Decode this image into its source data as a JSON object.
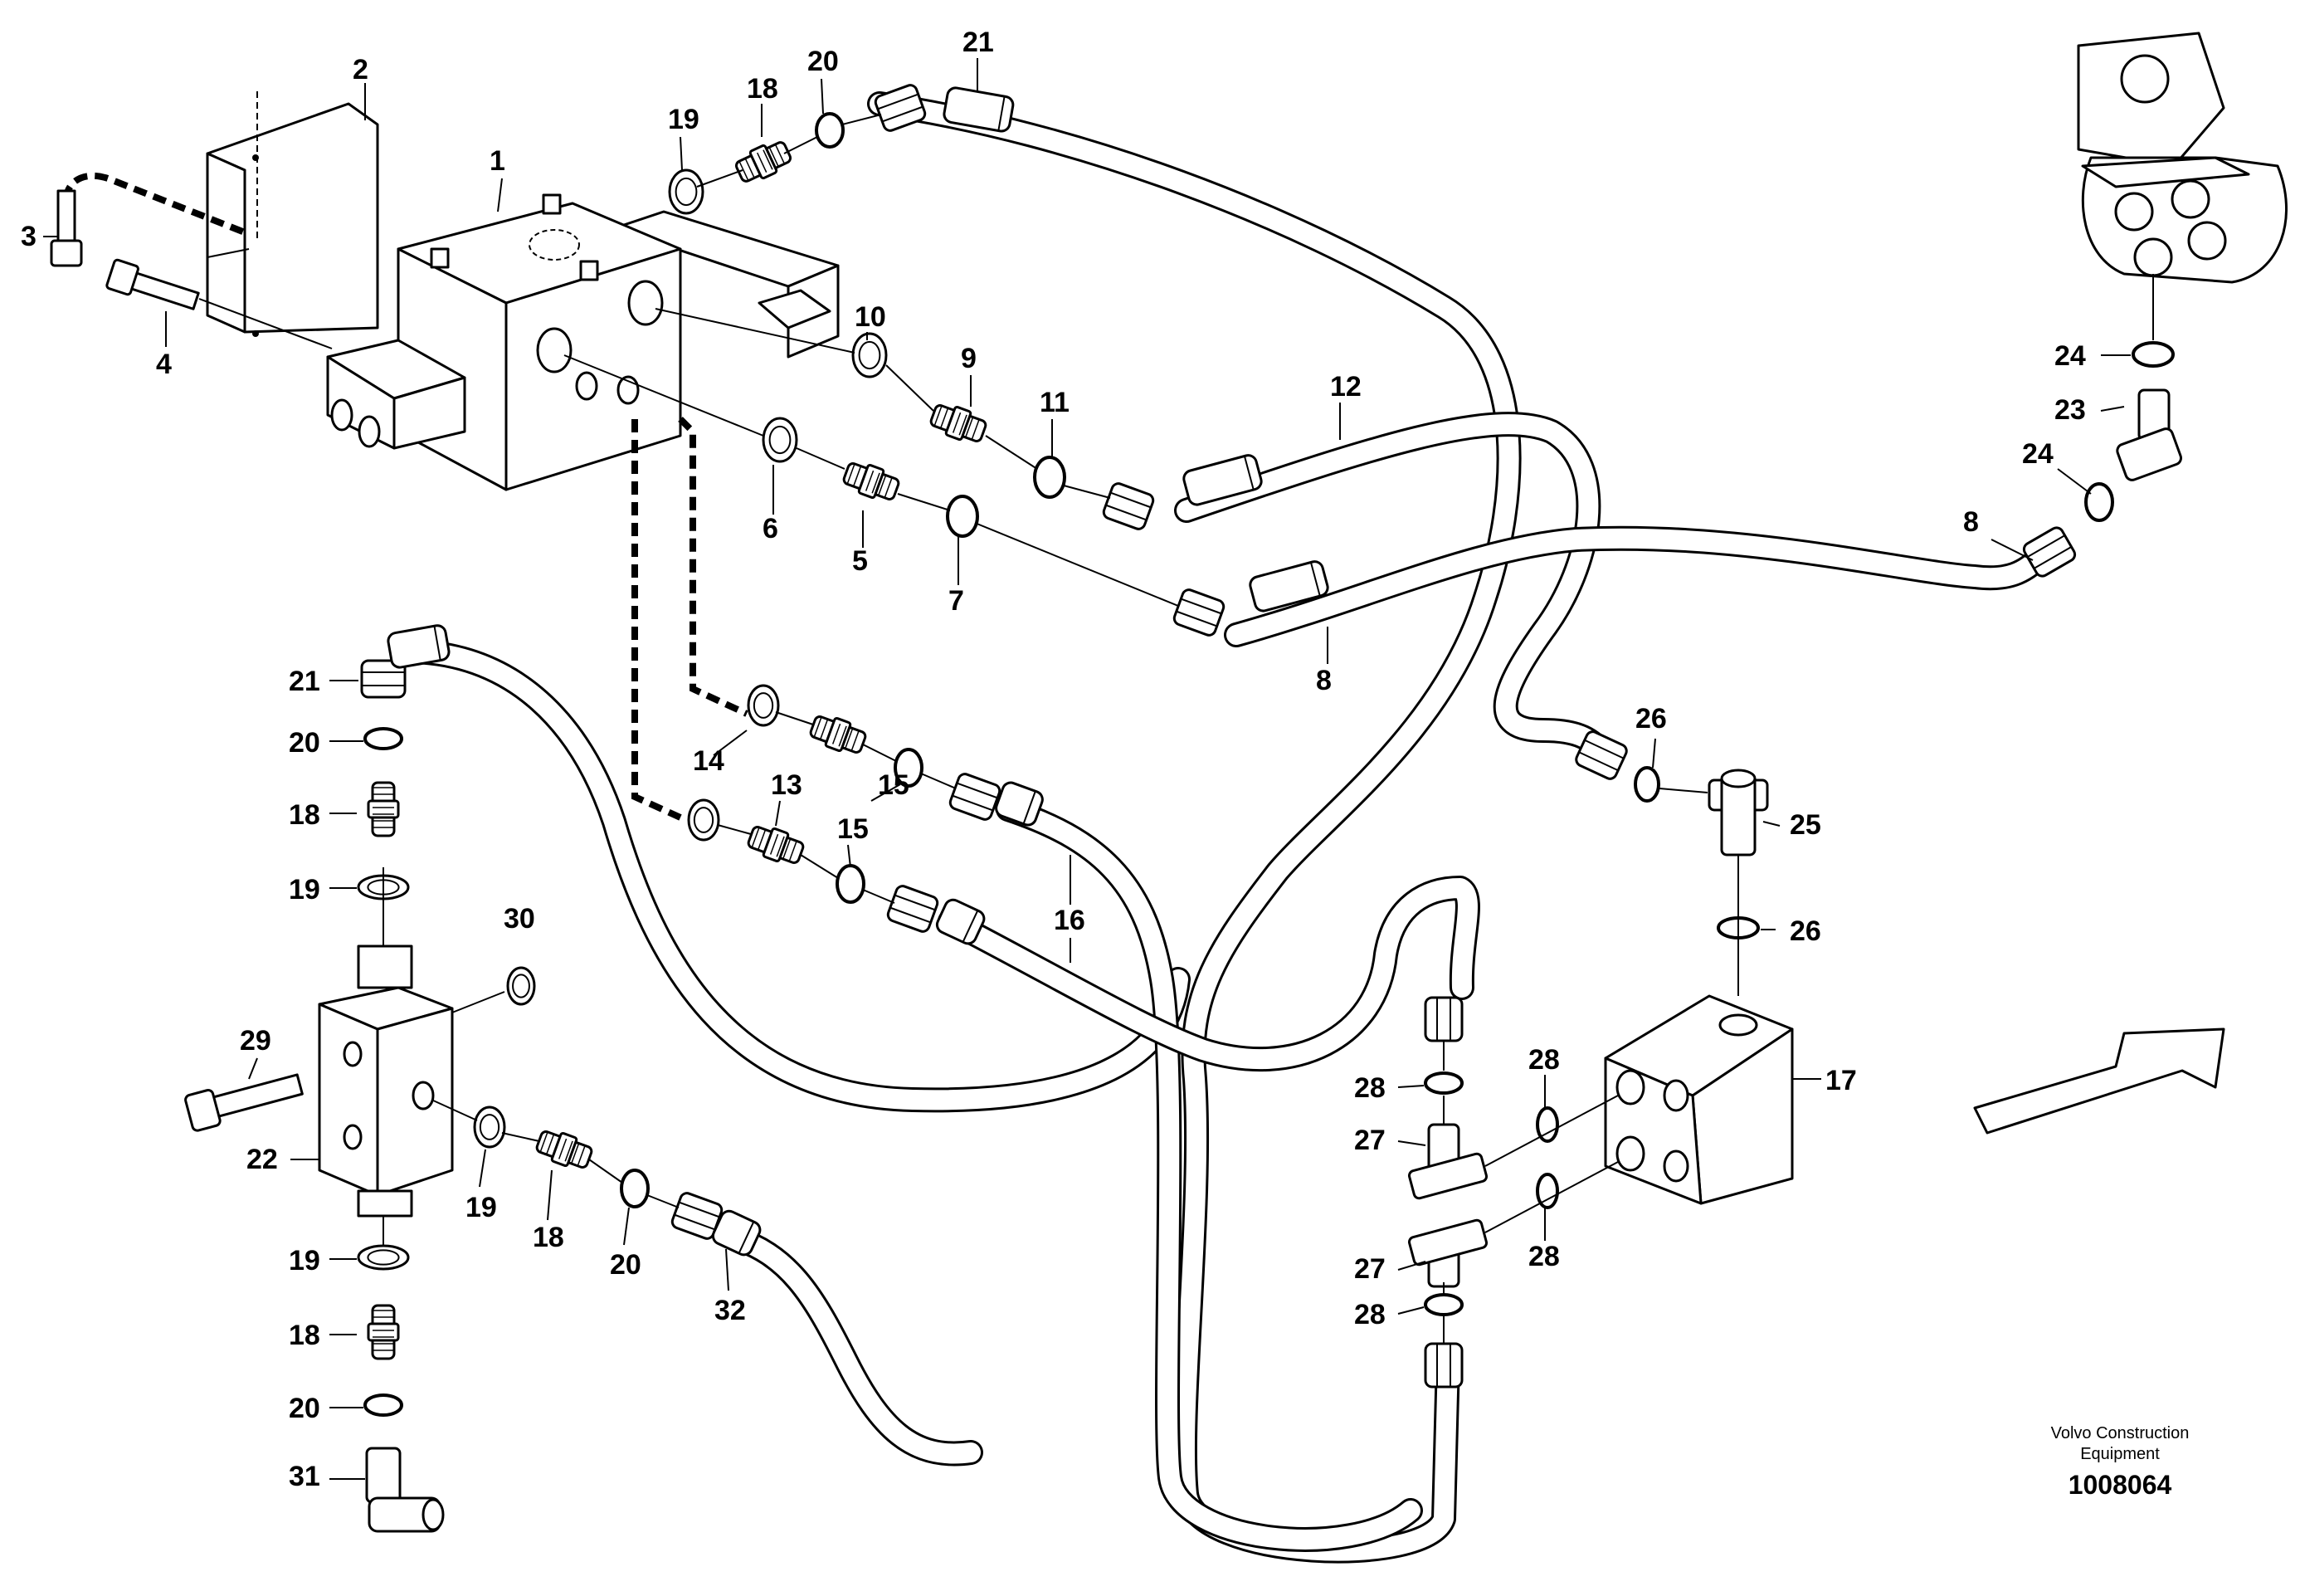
{
  "labels": {
    "l1": "1",
    "l2": "2",
    "l3": "3",
    "l4": "4",
    "l5": "5",
    "l6": "6",
    "l7": "7",
    "l8a": "8",
    "l8b": "8",
    "l9": "9",
    "l10": "10",
    "l11": "11",
    "l12": "12",
    "l13": "13",
    "l14": "14",
    "l15a": "15",
    "l15b": "15",
    "l16": "16",
    "l17": "17",
    "l18a": "18",
    "l18b": "18",
    "l18c": "18",
    "l18d": "18",
    "l19a": "19",
    "l19b": "19",
    "l19c": "19",
    "l19d": "19",
    "l20a": "20",
    "l20b": "20",
    "l20c": "20",
    "l20d": "20",
    "l21a": "21",
    "l21b": "21",
    "l22": "22",
    "l23": "23",
    "l24a": "24",
    "l24b": "24",
    "l25": "25",
    "l26a": "26",
    "l26b": "26",
    "l27a": "27",
    "l27b": "27",
    "l28a": "28",
    "l28b": "28",
    "l28c": "28",
    "l28d": "28",
    "l29": "29",
    "l30": "30",
    "l31": "31",
    "l32": "32"
  },
  "footer": {
    "company_line1": "Volvo Construction",
    "company_line2": "Equipment",
    "doc_number": "1008064"
  },
  "icons": {
    "direction": "arrow-up-right-icon"
  }
}
